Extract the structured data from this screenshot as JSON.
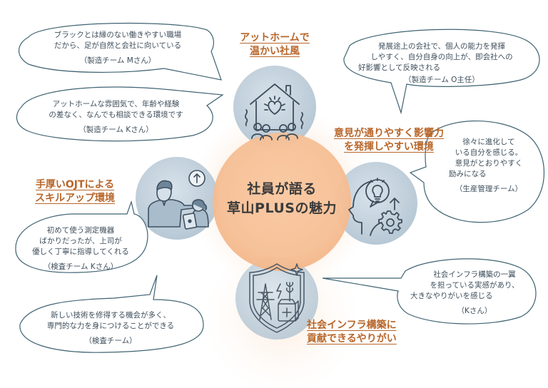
{
  "center": {
    "title_line1": "社員が語る",
    "title_line2": "草山PLUSの魅力"
  },
  "themes": [
    {
      "id": "home",
      "heading_line1": "アットホームで",
      "heading_line2": "温かい社風",
      "icon": "house-heart-icon"
    },
    {
      "id": "influence",
      "heading_line1": "意見が通りやすく影響力",
      "heading_line2": "を発揮しやすい環境",
      "icon": "head-lightbulb-gear-icon"
    },
    {
      "id": "ojt",
      "heading_line1": "手厚いOJTによる",
      "heading_line2": "スキルアップ環境",
      "icon": "mentor-student-icon"
    },
    {
      "id": "infra",
      "heading_line1": "社会インフラ構築に",
      "heading_line2": "貢献できるやりがい",
      "icon": "infrastructure-shield-icon"
    }
  ],
  "quotes": [
    {
      "lines": [
        "ブラックとは縁のない働きやすい職場",
        "だから、足が自然と会社に向いている"
      ],
      "attribution": "（製造チーム Mさん）"
    },
    {
      "lines": [
        "アットホームな雰囲気で、年齢や経験",
        "の差なく、なんでも相談できる環境です"
      ],
      "attribution": "（製造チーム Kさん）"
    },
    {
      "lines": [
        "発展途上の会社で、個人の能力を発揮",
        "しやすく、自分自身の向上が、即会社への",
        "好影響として反映される"
      ],
      "attribution": "（製造チーム O主任）"
    },
    {
      "lines": [
        "徐々に進化して",
        "いる自分を感じる。",
        "意見がとおりやすく",
        "励みになる"
      ],
      "attribution": "（生産管理チーム）"
    },
    {
      "lines": [
        "初めて使う測定機器",
        "ばかりだったが、上司が",
        "優しく丁寧に指導してくれる"
      ],
      "attribution": "（検査チーム Kさん）"
    },
    {
      "lines": [
        "新しい技術を修得する機会が多く、",
        "専門的な力を身につけることができる"
      ],
      "attribution": "（検査チーム）"
    },
    {
      "lines": [
        "社会インフラ構築の一翼",
        "を担っている実感があり、",
        "大きなやりがいを感じる"
      ],
      "attribution": "（Kさん）"
    }
  ],
  "colors": {
    "heading": "#b8662a",
    "bubble_stroke": "#3f6373",
    "center_fill": "#f7c39a",
    "icon_circle": "#c9d6e0"
  }
}
